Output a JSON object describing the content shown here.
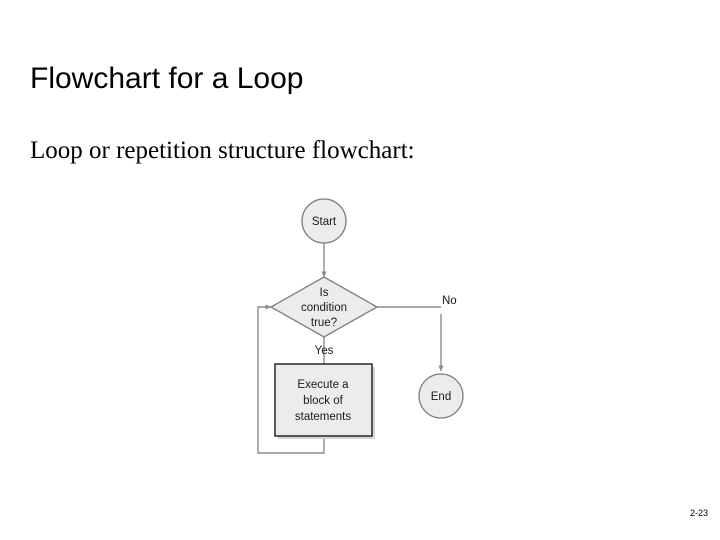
{
  "slide": {
    "title": "Flowchart for a Loop",
    "subtitle": "Loop or repetition structure flowchart:",
    "slide_number": "2-23",
    "background_color": "#ffffff",
    "title_color": "#000000",
    "body_color": "#000000"
  },
  "figure": {
    "name": "loop-repetition-flowchart",
    "shape_fill": "#ececec",
    "shape_stroke": "#808080",
    "box_stroke": "#1a1a1a",
    "connector_color": "#8c8c8c",
    "text_color": "#1a1a1a",
    "nodes": {
      "start": {
        "type": "terminator",
        "label": "Start"
      },
      "decision": {
        "type": "decision",
        "line1": "Is",
        "line2": "condition",
        "line3": "true?"
      },
      "process": {
        "type": "process",
        "line1": "Execute a",
        "line2": "block of",
        "line3": "statements"
      },
      "end": {
        "type": "terminator",
        "label": "End"
      }
    },
    "edges": {
      "start_to_decision": "",
      "decision_yes": "Yes",
      "decision_no": "No",
      "loop_back": ""
    }
  }
}
